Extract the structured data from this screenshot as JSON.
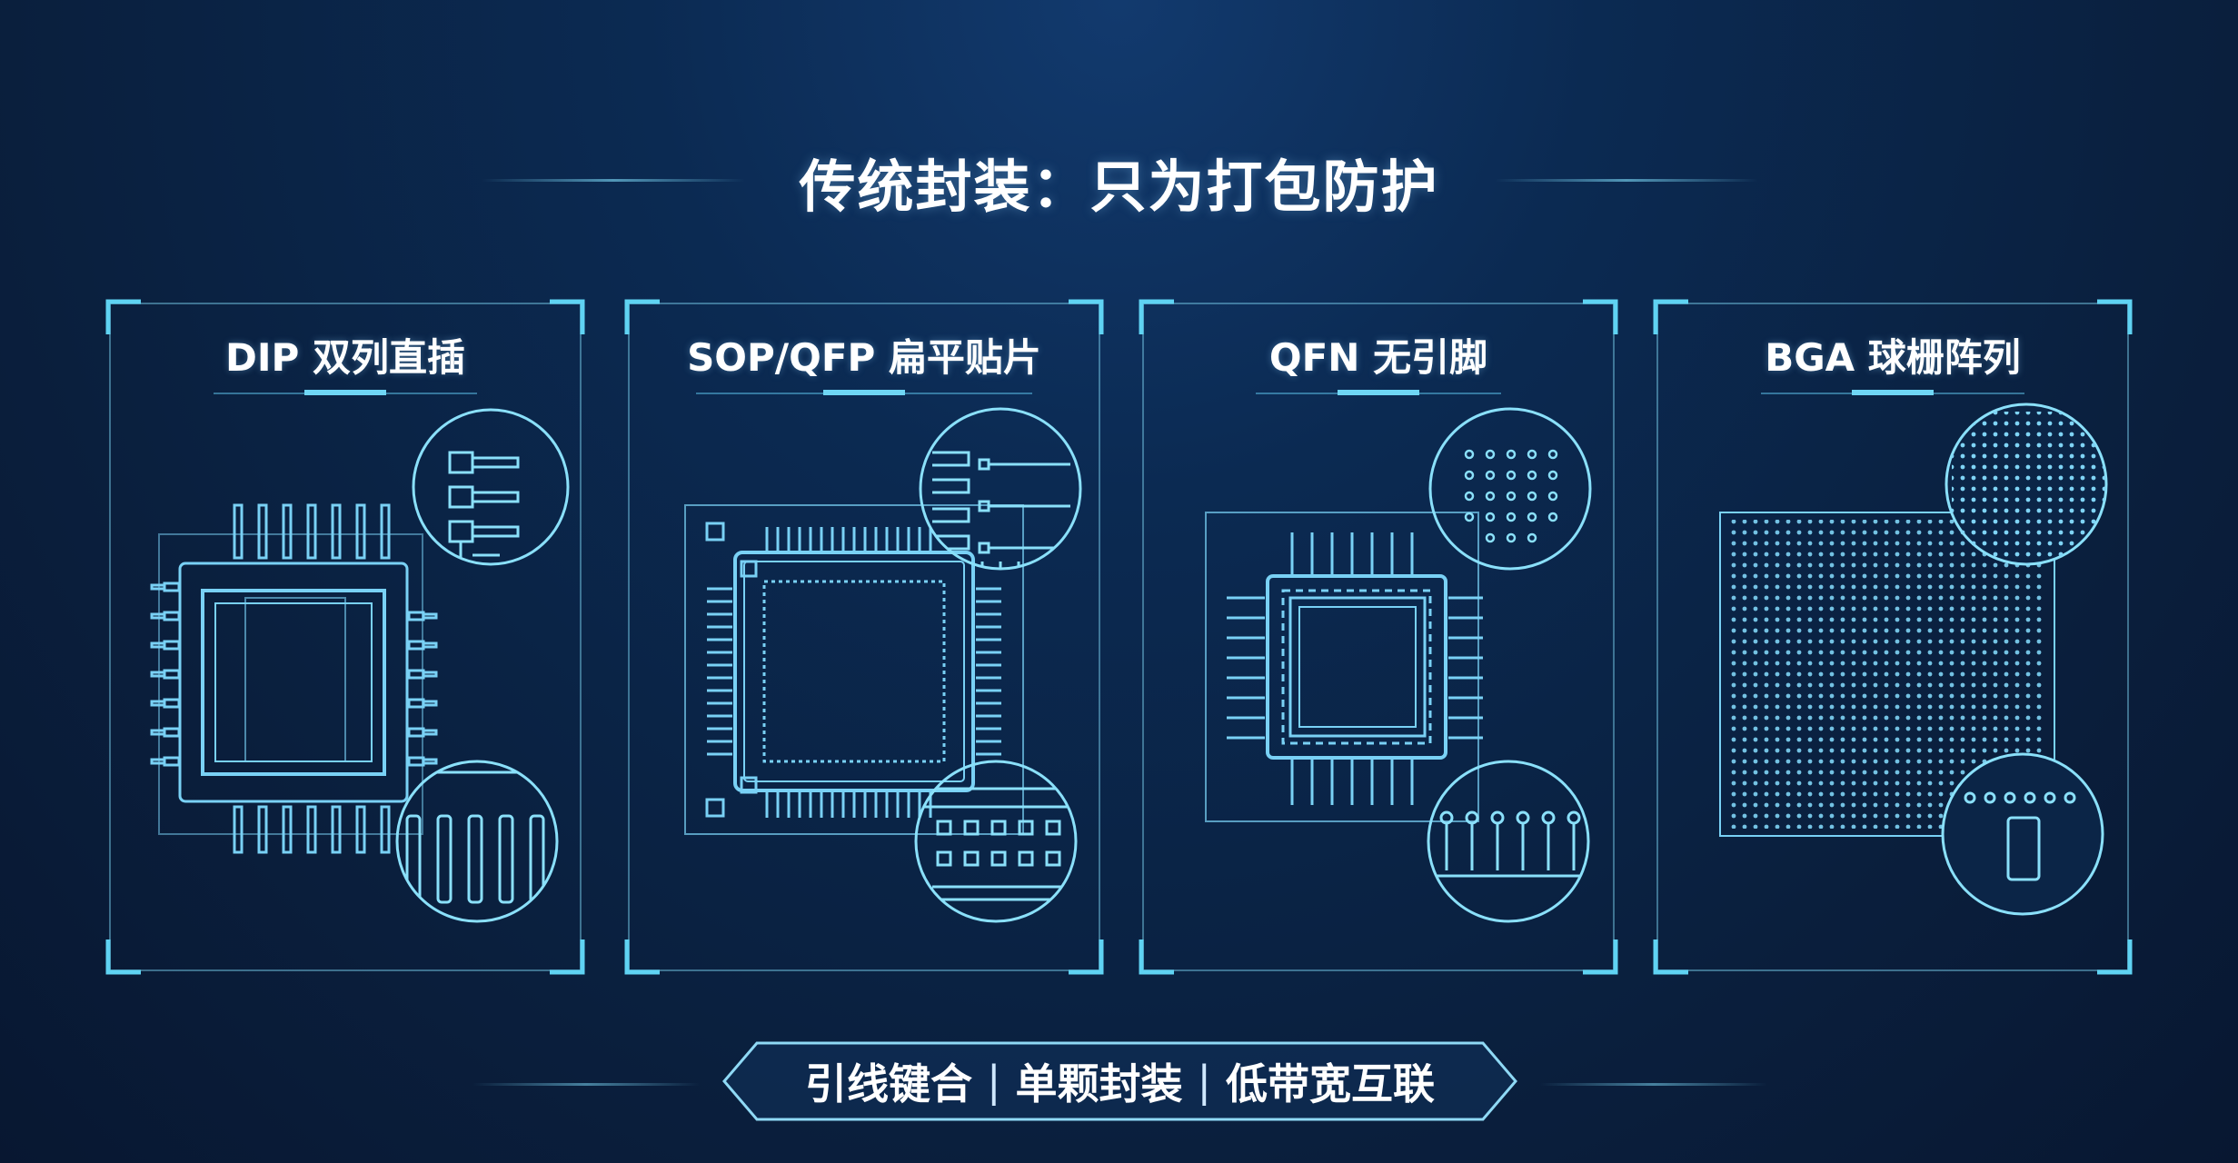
{
  "title": "传统封装：只为打包防护",
  "colors": {
    "accent": "#5fd3f3",
    "line": "#7fd8f5",
    "background": "#0a1f3d"
  },
  "cards": [
    {
      "title": "DIP 双列直插"
    },
    {
      "title": "SOP/QFP 扁平贴片"
    },
    {
      "title": "QFN 无引脚"
    },
    {
      "title": "BGA 球栅阵列"
    }
  ],
  "bottom": {
    "items": [
      "引线键合",
      "单颗封装",
      "低带宽互联"
    ]
  }
}
